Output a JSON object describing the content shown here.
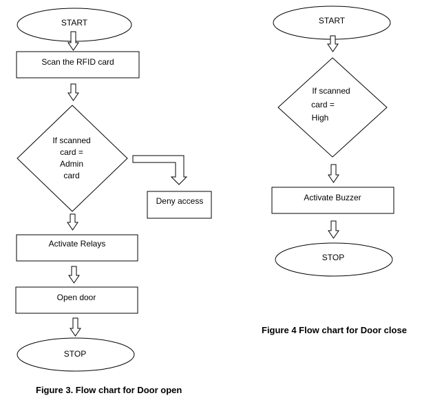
{
  "door_open": {
    "start": "START",
    "scan": "Scan the RFID card",
    "decision": [
      "If scanned",
      "card =",
      "Admin",
      "card"
    ],
    "deny": "Deny access",
    "relays": "Activate Relays",
    "open": "Open door",
    "stop": "STOP",
    "caption": "Figure 3. Flow chart for Door open"
  },
  "door_close": {
    "start": "START",
    "decision": [
      "If scanned",
      "card =",
      "High"
    ],
    "buzzer": "Activate Buzzer",
    "stop": "STOP",
    "caption": "Figure 4 Flow chart for Door close"
  }
}
